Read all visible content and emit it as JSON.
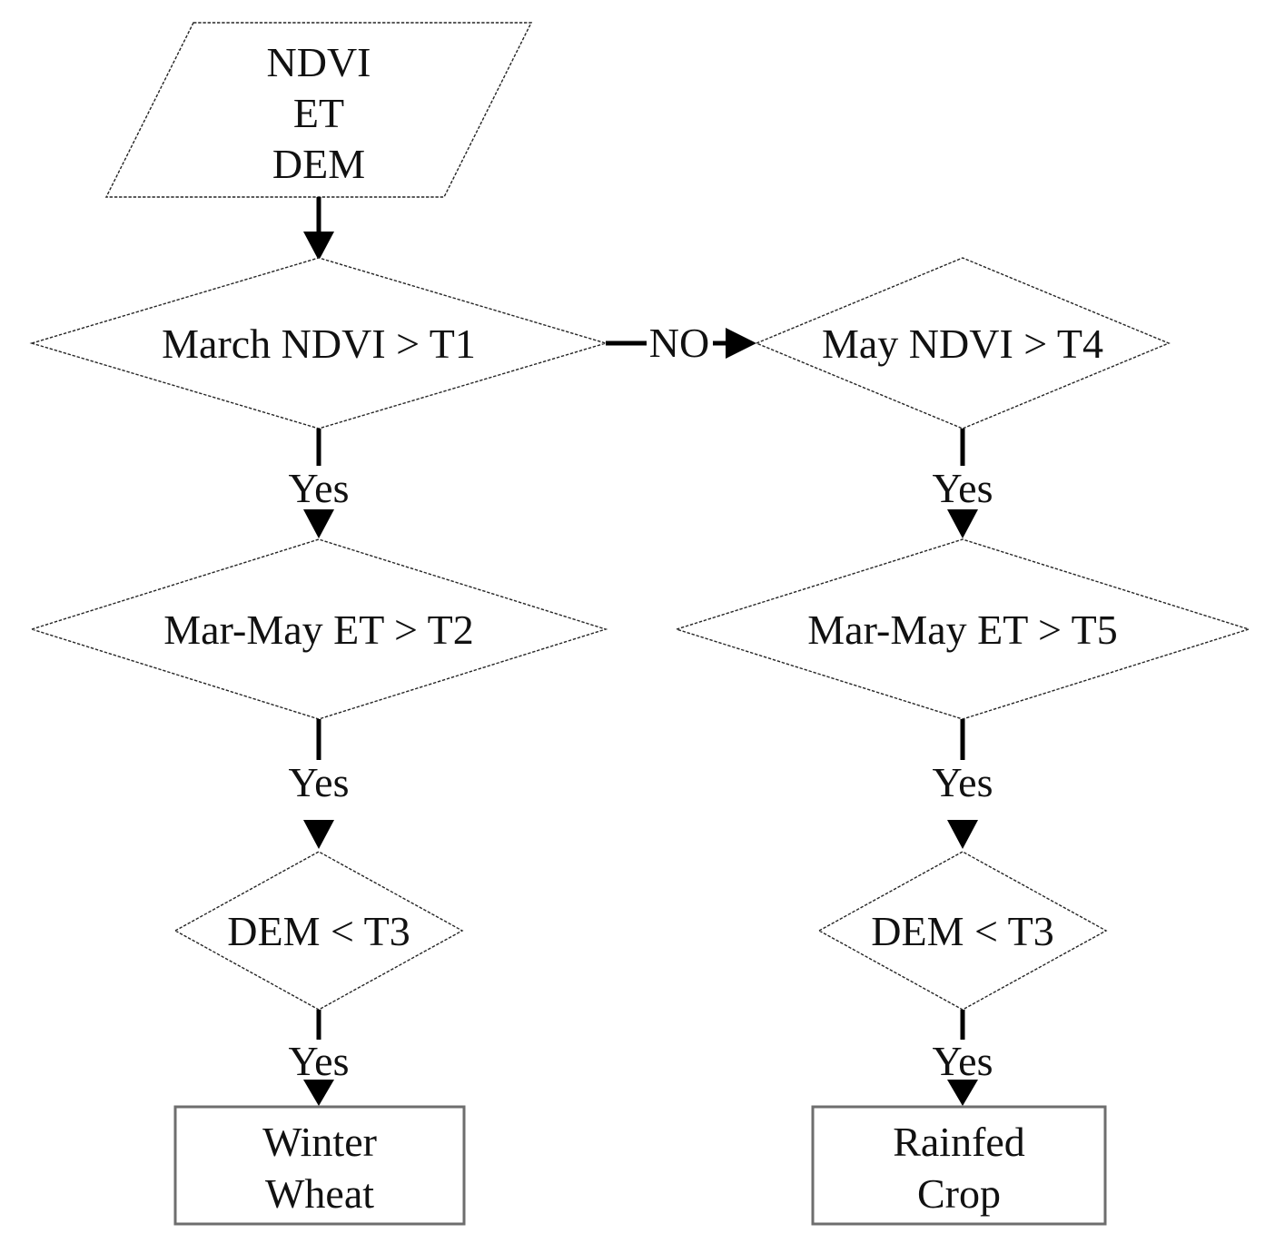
{
  "diagram": {
    "type": "flowchart",
    "background_color": "#ffffff",
    "connector_color": "#000000",
    "shape_outline_color": "#262626",
    "terminal_border_color": "#6e6e6e",
    "text_color": "#111111",
    "input_node": {
      "shape": "parallelogram",
      "lines": [
        "NDVI",
        "ET",
        "DEM"
      ]
    },
    "decisions": [
      {
        "id": "march-ndvi-t1",
        "label": "March NDVI > T1"
      },
      {
        "id": "may-ndvi-t4",
        "label": "May NDVI > T4"
      },
      {
        "id": "mar-may-et-t2",
        "label": "Mar-May ET > T2"
      },
      {
        "id": "mar-may-et-t5",
        "label": "Mar-May ET > T5"
      },
      {
        "id": "dem-t3-left",
        "label": "DEM < T3"
      },
      {
        "id": "dem-t3-right",
        "label": "DEM < T3"
      }
    ],
    "terminals": [
      {
        "id": "winter-wheat",
        "lines": [
          "Winter",
          "Wheat"
        ]
      },
      {
        "id": "rainfed-crop",
        "lines": [
          "Rainfed",
          "Crop"
        ]
      }
    ],
    "edge_labels": {
      "no": "NO",
      "yes": [
        "Yes",
        "Yes",
        "Yes",
        "Yes",
        "Yes",
        "Yes"
      ]
    }
  }
}
